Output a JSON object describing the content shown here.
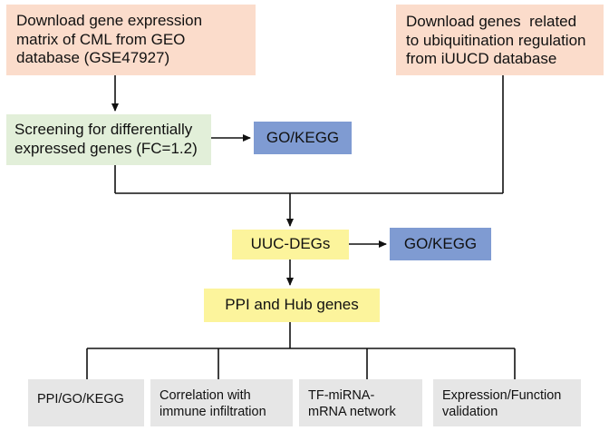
{
  "boxes": {
    "geo_download": {
      "lines": [
        "Download gene expression",
        "matrix of CML from GEO",
        "database (GSE47927)"
      ],
      "color": "#fbdccb"
    },
    "iuucd_download": {
      "lines": [
        "Download genes  related",
        "to ubiquitination regulation",
        "from iUUCD database"
      ],
      "color": "#fbdccb"
    },
    "screening": {
      "lines": [
        "Screening for differentially",
        "expressed genes (FC=1.2)"
      ],
      "color": "#e2efd9"
    },
    "go_kegg_1": {
      "label": "GO/KEGG",
      "color": "#7f9bd2"
    },
    "uuc_degs": {
      "label": "UUC-DEGs",
      "color": "#fcf49c"
    },
    "go_kegg_2": {
      "label": "GO/KEGG",
      "color": "#7f9bd2"
    },
    "ppi_hub": {
      "label": "PPI and Hub genes",
      "color": "#fcf49c"
    },
    "bottom": [
      {
        "lines": [
          "PPI/GO/KEGG"
        ]
      },
      {
        "lines": [
          "Correlation with",
          "immune infiltration"
        ]
      },
      {
        "lines": [
          "TF-miRNA-",
          "mRNA network"
        ]
      },
      {
        "lines": [
          "Expression/Function",
          "validation"
        ]
      }
    ]
  },
  "colors": {
    "line": "#111111",
    "bottom_box": "#e6e6e6"
  }
}
